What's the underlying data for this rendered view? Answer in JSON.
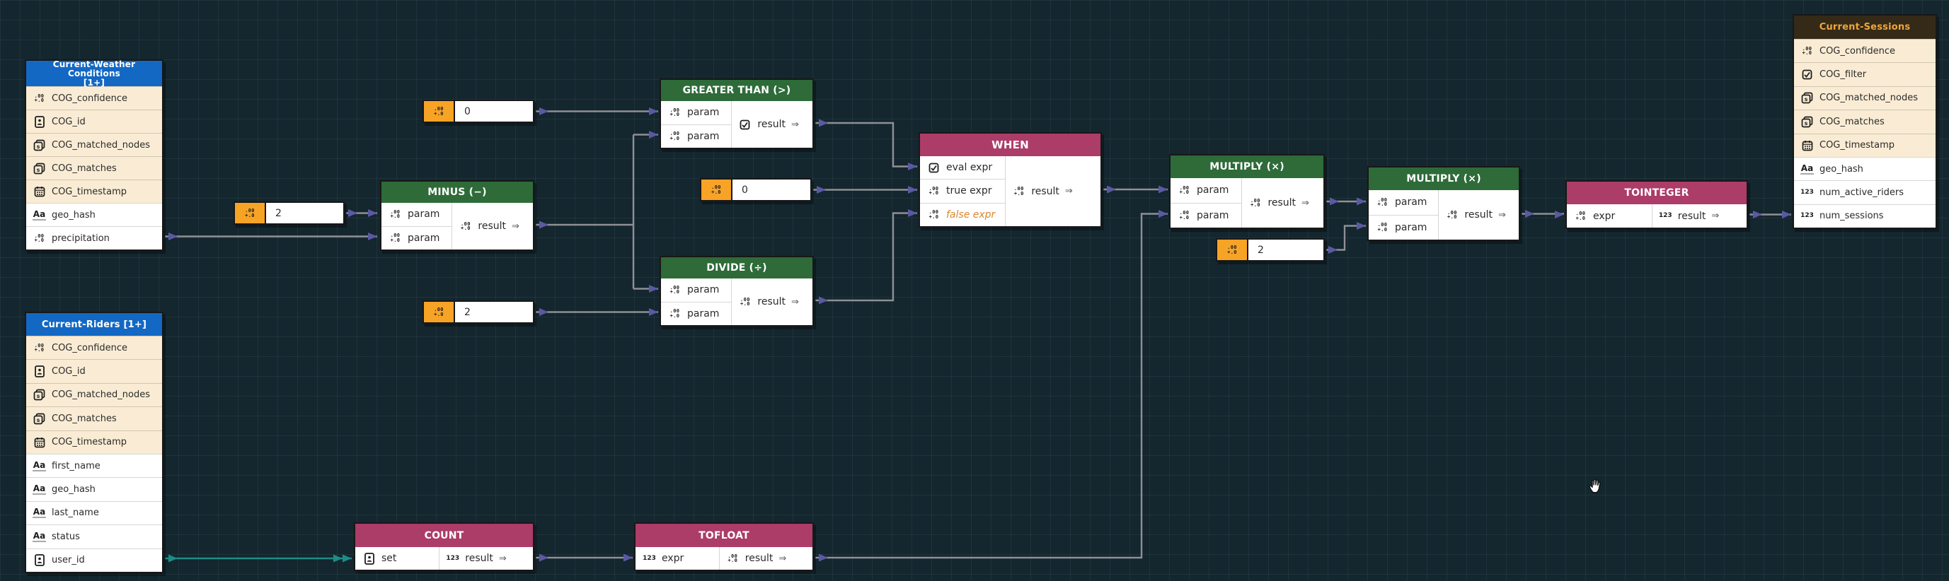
{
  "colors": {
    "background": "#14262e",
    "entity_header": "#1368c4",
    "operator_header": "#2e6b39",
    "function_header": "#ac3c68",
    "sessions_header_bg": "#342a17",
    "sessions_header_text": "#f0a63c",
    "constant_orange": "#f7a326",
    "row_cream": "#faecd4",
    "edge_gray": "#8f8f94",
    "arrow_purple": "#5a59a3",
    "edge_teal": "#1d8c85",
    "false_expr_text": "#d9872e"
  },
  "weather": {
    "title": "Current-Weather Conditions",
    "badge": "[1+]",
    "rows": [
      {
        "icon": "float-icon",
        "label": "COG_confidence"
      },
      {
        "icon": "id-icon",
        "label": "COG_id"
      },
      {
        "icon": "string-list-icon",
        "label": "COG_matched_nodes"
      },
      {
        "icon": "string-list-icon",
        "label": "COG_matches"
      },
      {
        "icon": "calendar-icon",
        "label": "COG_timestamp"
      },
      {
        "icon": "string-icon",
        "label": "geo_hash"
      },
      {
        "icon": "float-icon",
        "label": "precipitation"
      }
    ]
  },
  "riders": {
    "title": "Current-Riders [1+]",
    "rows": [
      {
        "icon": "float-icon",
        "label": "COG_confidence"
      },
      {
        "icon": "id-icon",
        "label": "COG_id"
      },
      {
        "icon": "string-list-icon",
        "label": "COG_matched_nodes"
      },
      {
        "icon": "string-list-icon",
        "label": "COG_matches"
      },
      {
        "icon": "calendar-icon",
        "label": "COG_timestamp"
      },
      {
        "icon": "string-icon",
        "label": "first_name"
      },
      {
        "icon": "string-icon",
        "label": "geo_hash"
      },
      {
        "icon": "string-icon",
        "label": "last_name"
      },
      {
        "icon": "string-icon",
        "label": "status"
      },
      {
        "icon": "id-icon",
        "label": "user_id"
      }
    ]
  },
  "sessions": {
    "title": "Current-Sessions",
    "rows": [
      {
        "icon": "float-icon",
        "label": "COG_confidence"
      },
      {
        "icon": "checkbox-icon",
        "label": "COG_filter"
      },
      {
        "icon": "string-list-icon",
        "label": "COG_matched_nodes"
      },
      {
        "icon": "string-list-icon",
        "label": "COG_matches"
      },
      {
        "icon": "calendar-icon",
        "label": "COG_timestamp"
      },
      {
        "icon": "string-icon",
        "label": "geo_hash"
      },
      {
        "icon": "integer-icon",
        "label": "num_active_riders"
      },
      {
        "icon": "integer-icon",
        "label": "num_sessions"
      }
    ]
  },
  "ops": {
    "minus": {
      "title": "MINUS (−)",
      "p1": "param",
      "p2": "param",
      "result": "result"
    },
    "greater": {
      "title": "GREATER THAN (>)",
      "p1": "param",
      "p2": "param",
      "result": "result"
    },
    "divide": {
      "title": "DIVIDE (÷)",
      "p1": "param",
      "p2": "param",
      "result": "result"
    },
    "when": {
      "title": "WHEN",
      "p1": "eval expr",
      "p2": "true expr",
      "p3": "false expr",
      "result": "result"
    },
    "multiply1": {
      "title": "MULTIPLY (×)",
      "p1": "param",
      "p2": "param",
      "result": "result"
    },
    "multiply2": {
      "title": "MULTIPLY (×)",
      "p1": "param",
      "p2": "param",
      "result": "result"
    },
    "tointeger": {
      "title": "TOINTEGER",
      "p1": "expr",
      "result": "result"
    },
    "count": {
      "title": "COUNT",
      "p1": "set",
      "result": "result"
    },
    "tofloat": {
      "title": "TOFLOAT",
      "p1": "expr",
      "result": "result"
    }
  },
  "constants": {
    "zero_top": "0",
    "two_left": "2",
    "zero_mid": "0",
    "two_bottom": "2",
    "two_right": "2"
  },
  "glyphs": {
    "result_arrow": "⇒"
  }
}
